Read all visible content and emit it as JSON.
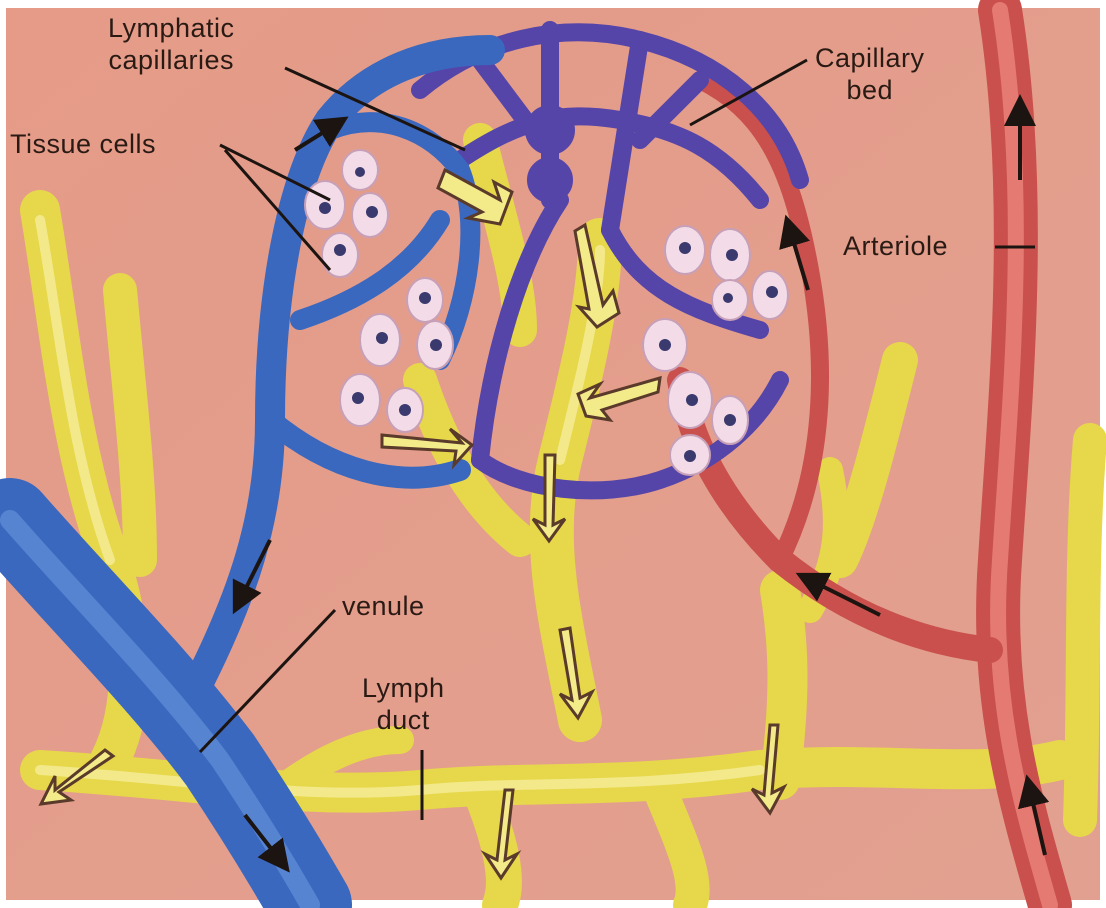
{
  "diagram": {
    "type": "biological-illustration",
    "subject": "Lymphatic capillaries within a tissue capillary bed",
    "colors": {
      "tissue_background": "#e6a08e",
      "venous_blue": "#3f6fc4",
      "capillary_purple": "#5a4aa8",
      "arterial_red": "#d05a58",
      "lymph_yellow": "#eee25a",
      "cell_fill": "#f4dde8",
      "nucleus": "#3b3a6e",
      "label_text": "#2a1a14"
    },
    "labels": {
      "lymphatic_capillaries": "Lymphatic\ncapillaries",
      "tissue_cells": "Tissue cells",
      "capillary_bed": "Capillary\nbed",
      "arteriole": "Arteriole",
      "venule": "venule",
      "lymph_duct": "Lymph\nduct"
    }
  }
}
